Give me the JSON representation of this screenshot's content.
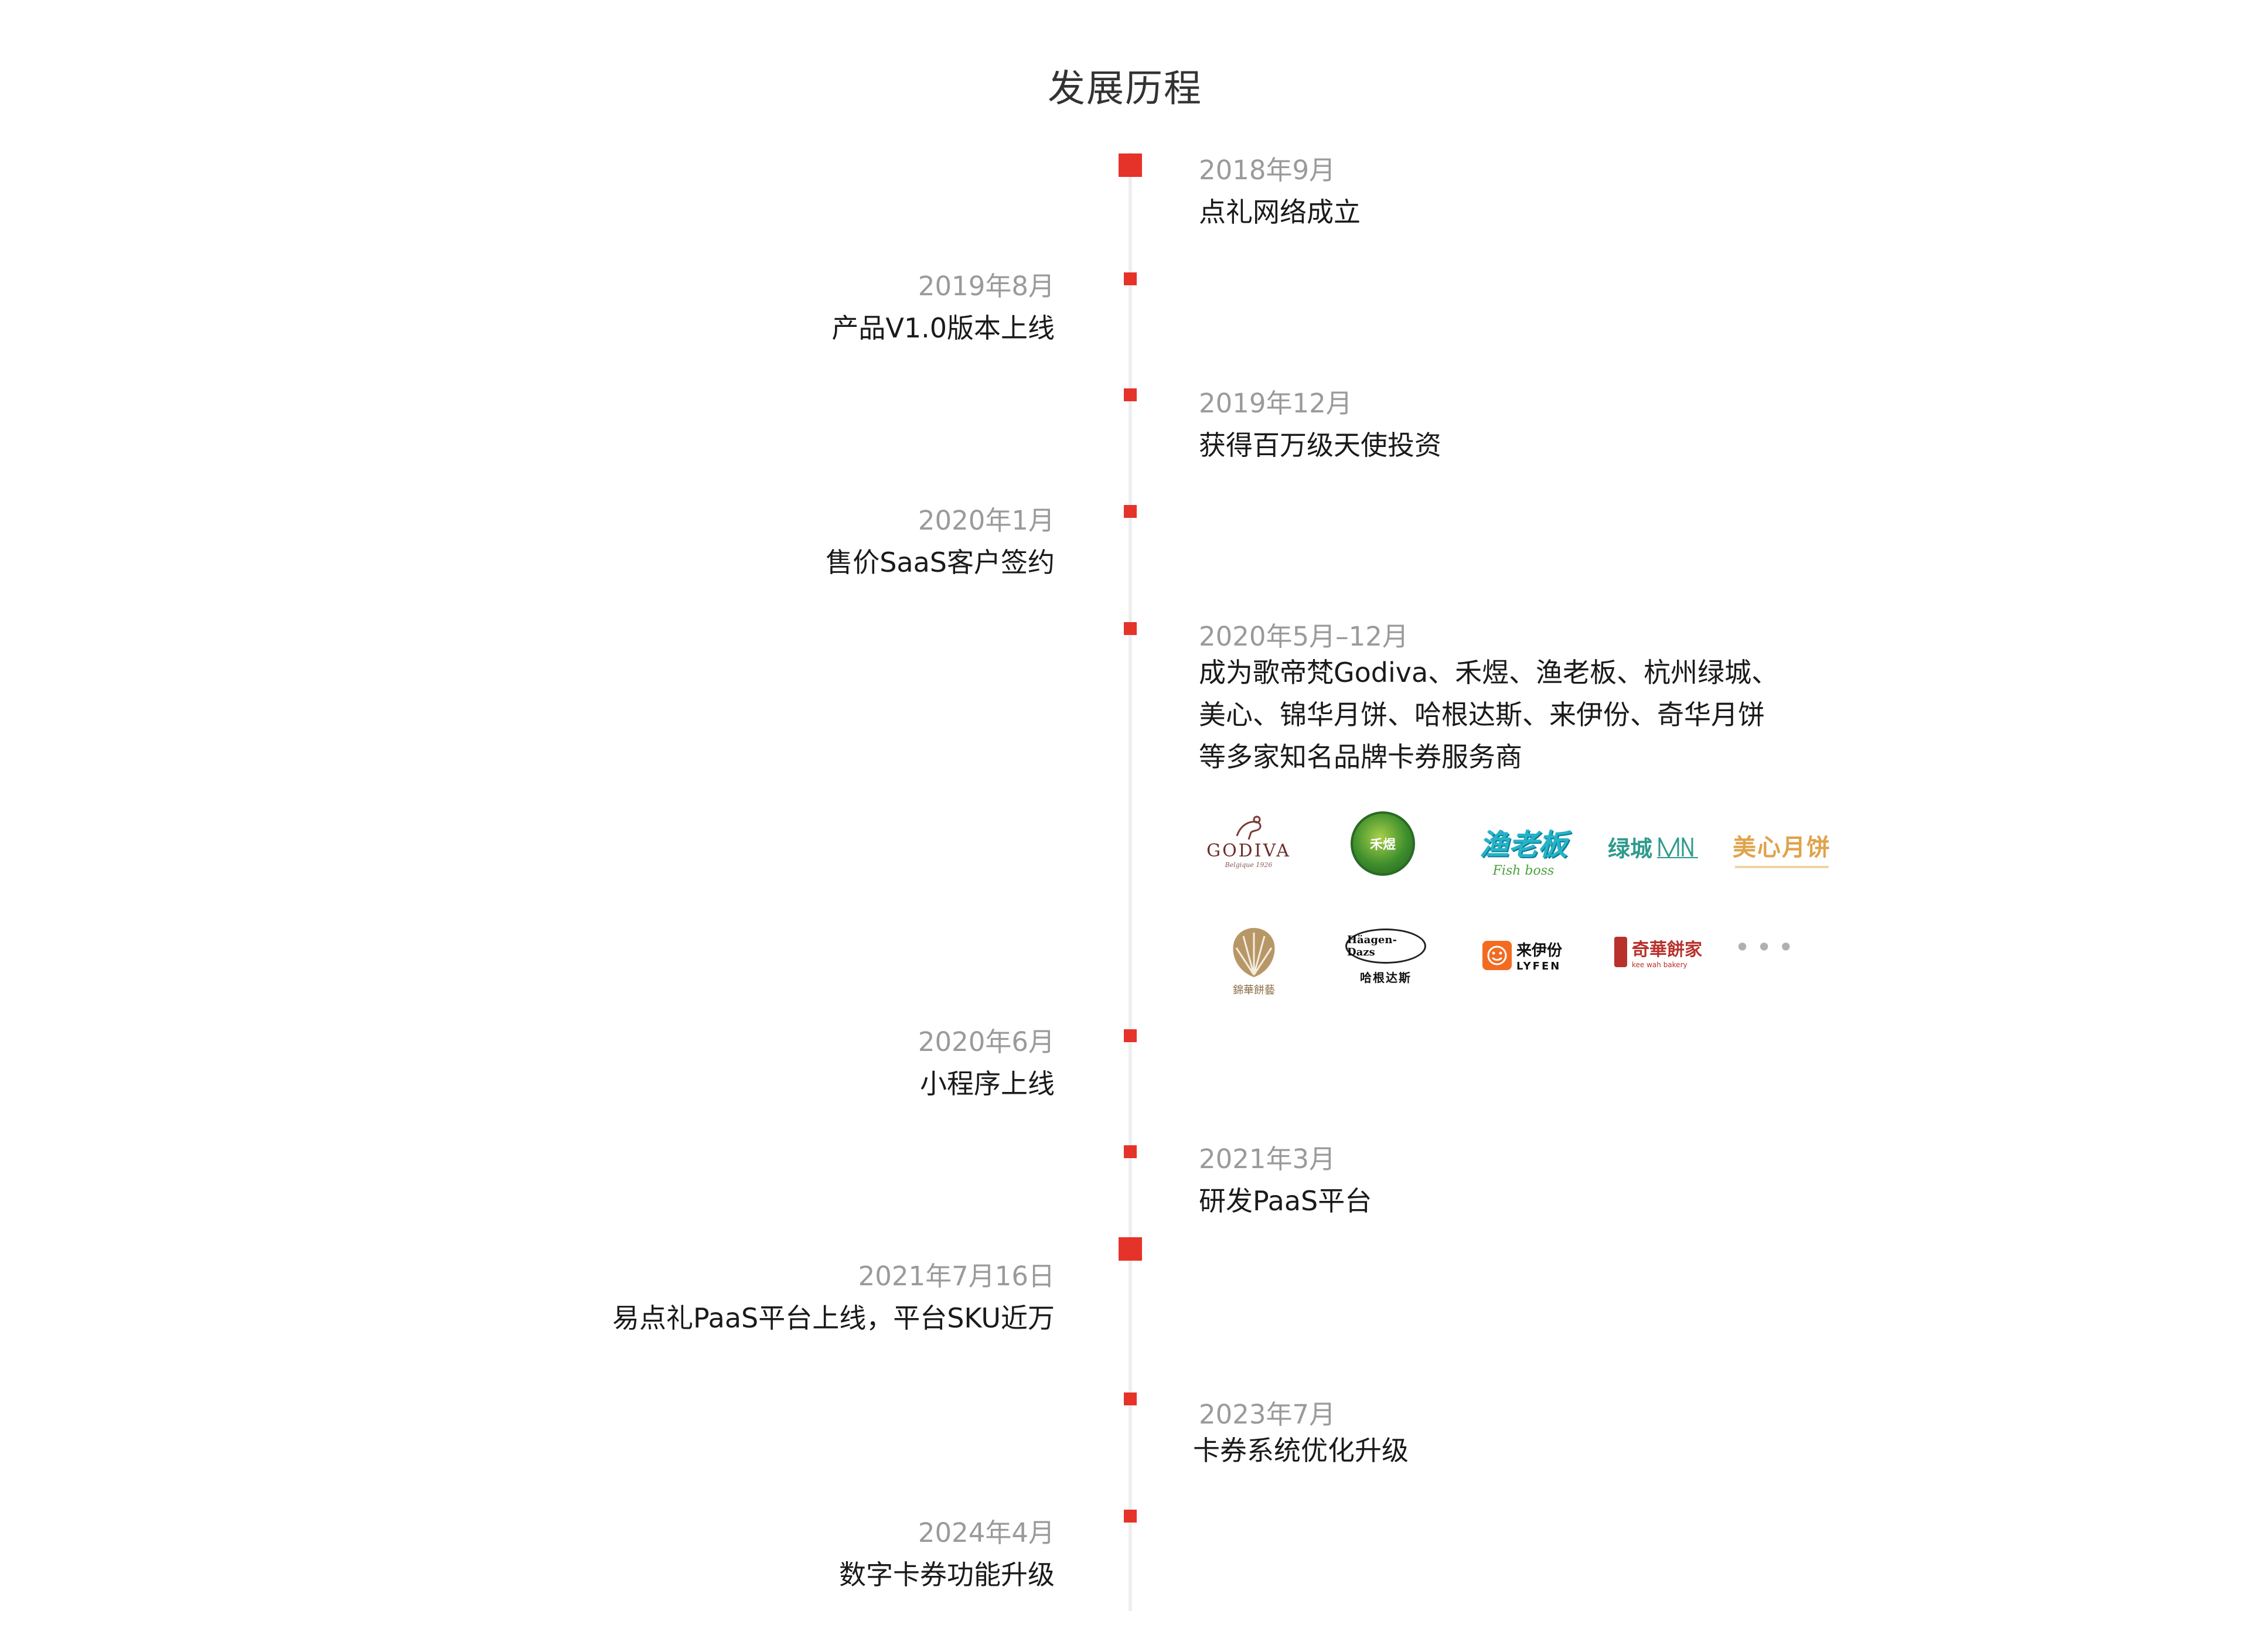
{
  "page": {
    "title": "发展历程"
  },
  "events": [
    {
      "date": "2018年9月",
      "text": "点礼网络成立"
    },
    {
      "date": "2019年8月",
      "text": "产品V1.0版本上线"
    },
    {
      "date": "2019年12月",
      "text": "获得百万级天使投资"
    },
    {
      "date": "2020年1月",
      "text": "售价SaaS客户签约"
    },
    {
      "date": "2020年5月–12月",
      "lines": [
        "成为歌帝梵Godiva、禾煜、渔老板、杭州绿城、",
        "美心、锦华月饼、哈根达斯、来伊份、奇华月饼",
        "等多家知名品牌卡券服务商"
      ]
    },
    {
      "date": "2020年6月",
      "text": "小程序上线"
    },
    {
      "date": "2021年3月",
      "text": "研发PaaS平台"
    },
    {
      "date": "2021年7月16日",
      "text": "易点礼PaaS平台上线，平台SKU近万"
    },
    {
      "date": "2023年7月",
      "text": "卡券系统优化升级"
    },
    {
      "date": "2024年4月",
      "text": "数字卡券功能升级"
    }
  ],
  "logos": {
    "godiva": {
      "name": "GODIVA",
      "sub": "Belgique 1926"
    },
    "heyu": {
      "name": "禾煜"
    },
    "fishboss": {
      "name": "渔老板",
      "sub": "Fish boss"
    },
    "greentown": {
      "name": "绿城"
    },
    "maxim": {
      "name": "美心月饼"
    },
    "jinhua": {
      "name": "錦華餅藝"
    },
    "haagen": {
      "name": "Häagen-Dazs",
      "sub": "哈根达斯"
    },
    "lyfen": {
      "name": "来伊份",
      "sub": "LYFEN"
    },
    "kiwah": {
      "name": "奇華餅家",
      "sub": "kee wah bakery"
    }
  },
  "more": "•••",
  "colors": {
    "accent": "#e5332a",
    "axis": "#eeeeee",
    "date": "#9a9a9a",
    "text": "#1a1a1a"
  }
}
